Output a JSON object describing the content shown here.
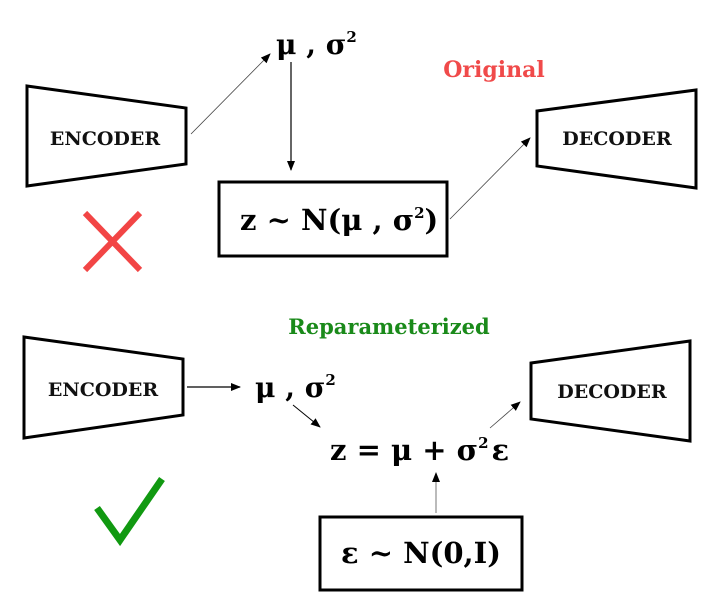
{
  "original": {
    "title": "Original",
    "encoder_label": "ENCODER",
    "decoder_label": "DECODER",
    "params_label": "μ , σ",
    "params_sup": "2",
    "sample_prefix": "z ~ N(μ , σ",
    "sample_sup": "2",
    "sample_suffix": ")",
    "status_icon": "cross-icon"
  },
  "reparameterized": {
    "title": "Reparameterized",
    "encoder_label": "ENCODER",
    "decoder_label": "DECODER",
    "params_label": "μ , σ",
    "params_sup": "2",
    "z_prefix": "z = μ + σ",
    "z_sup": "2",
    "z_suffix": "ε",
    "noise_label": "ε ~ N(0,I)",
    "status_icon": "check-icon"
  },
  "colors": {
    "original_title": "#f04a4a",
    "reparameterized_title": "#1a8a1a",
    "cross": "#f24545",
    "check": "#119911",
    "stroke": "#000000"
  }
}
